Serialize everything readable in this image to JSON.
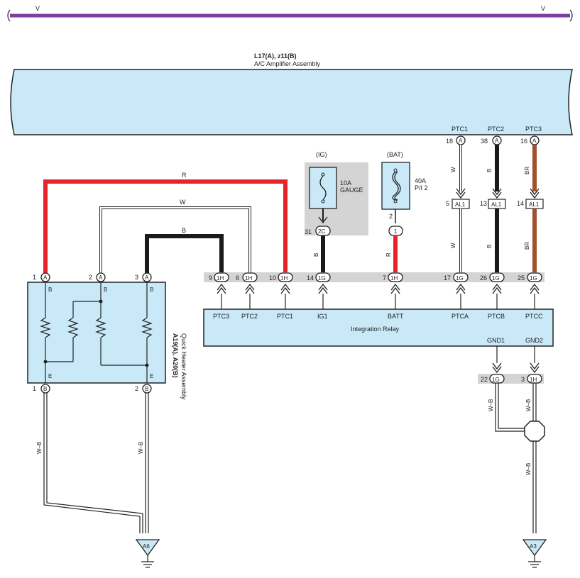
{
  "top_bar": {
    "left_label": "V",
    "right_label": "V",
    "color": "#7b3fa0"
  },
  "amplifier": {
    "code": "L17(A), z11(B)",
    "name": "A/C Amplifier Assembly",
    "fill": "#c9e9f8"
  },
  "amp_pins": [
    {
      "name": "PTC1",
      "num": "18",
      "conn": "A"
    },
    {
      "name": "PTC2",
      "num": "38",
      "conn": "A"
    },
    {
      "name": "PTC3",
      "num": "16",
      "conn": "A"
    }
  ],
  "amp_wires": [
    {
      "color_code": "W"
    },
    {
      "color_code": "B"
    },
    {
      "color_code": "BR"
    }
  ],
  "al1_connectors": [
    {
      "num": "5",
      "conn": "AL1"
    },
    {
      "num": "13",
      "conn": "AL1"
    },
    {
      "num": "14",
      "conn": "AL1"
    }
  ],
  "lower_amp_wires": [
    {
      "color_code": "W"
    },
    {
      "color_code": "B"
    },
    {
      "color_code": "BR"
    }
  ],
  "fuse_ig": {
    "group": "(IG)",
    "rating": "10A",
    "name": "GAUGE",
    "conn": "2C",
    "num": "31",
    "wire": "B"
  },
  "fuse_bat": {
    "group": "(BAT)",
    "rating": "40A",
    "name": "P/I 2",
    "top_num": "2",
    "conn": "1",
    "wire": "R"
  },
  "heater": {
    "code": "A19(A), A20(B)",
    "name": "Quick Heater Assembly",
    "pins_top": [
      {
        "num": "1",
        "conn": "A",
        "label": "B"
      },
      {
        "num": "2",
        "conn": "A",
        "label": "B"
      },
      {
        "num": "3",
        "conn": "A",
        "label": "B"
      }
    ],
    "pins_bottom": [
      {
        "num": "1",
        "conn": "B",
        "label": "E"
      },
      {
        "num": "2",
        "conn": "B",
        "label": "E"
      }
    ]
  },
  "top_loop_wires": [
    {
      "color_code": "R"
    },
    {
      "color_code": "W"
    },
    {
      "color_code": "B"
    }
  ],
  "relay": {
    "name": "Integration Relay",
    "pins": [
      {
        "num": "9",
        "conn": "1H",
        "label": "PTC3"
      },
      {
        "num": "6",
        "conn": "1H",
        "label": "PTC2"
      },
      {
        "num": "10",
        "conn": "1H",
        "label": "PTC1"
      },
      {
        "num": "14",
        "conn": "1G",
        "label": "IG1"
      },
      {
        "num": "7",
        "conn": "1H",
        "label": "BATT"
      },
      {
        "num": "17",
        "conn": "1G",
        "label": "PTCA"
      },
      {
        "num": "26",
        "conn": "1G",
        "label": "PTCB"
      },
      {
        "num": "25",
        "conn": "1G",
        "label": "PTCC"
      }
    ],
    "gnd_pins": [
      {
        "num": "22",
        "conn": "1G",
        "label": "GND1"
      },
      {
        "num": "3",
        "conn": "1H",
        "label": "GND2"
      }
    ]
  },
  "ground_wires": [
    {
      "color_code": "W–B"
    },
    {
      "color_code": "W–B"
    },
    {
      "color_code": "W–B"
    },
    {
      "color_code": "W–B"
    },
    {
      "color_code": "W–B"
    }
  ],
  "grounds": [
    {
      "label": "A6"
    },
    {
      "label": "A3"
    }
  ],
  "colors": {
    "red": "#e8242b",
    "black": "#1a1a1a",
    "brown": "#a0522d",
    "purple": "#7b3fa0",
    "grey_band": "#d4d4d4",
    "box_fill": "#c9e9f8"
  }
}
